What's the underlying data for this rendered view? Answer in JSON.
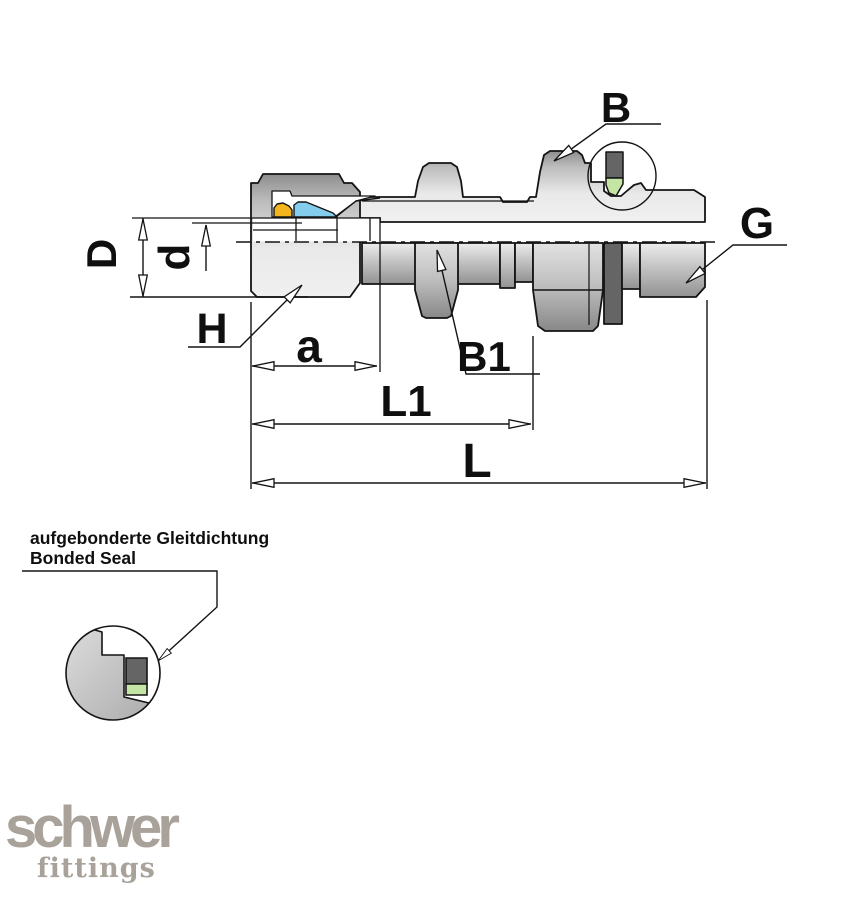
{
  "labels": {
    "B": "B",
    "G": "G",
    "D": "D",
    "d": "d",
    "H": "H",
    "a": "a",
    "B1": "B1",
    "L1": "L1",
    "L": "L"
  },
  "callout": {
    "line1": "aufgebonderte Gleitdichtung",
    "line2": "Bonded Seal"
  },
  "colors": {
    "ferrule_orange": "#f2b51c",
    "ferrule_blue": "#85cdec",
    "seal_gray": "#656565",
    "seal_green": "#c5e5a5",
    "logo_gray": "#a9a29b"
  },
  "logo": {
    "brand": "schwer",
    "sub": "fittings"
  }
}
